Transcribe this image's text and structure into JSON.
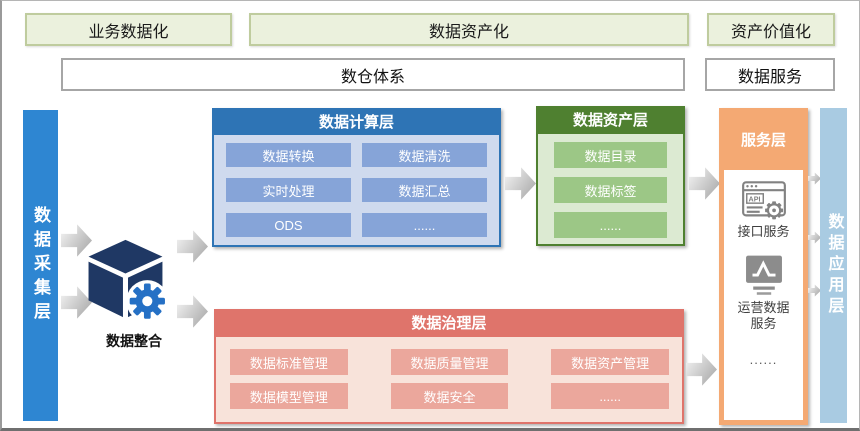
{
  "top_row": {
    "business_datafication": "业务数据化",
    "data_assetization": "数据资产化",
    "asset_valorization": "资产价值化"
  },
  "second_row": {
    "warehouse_system": "数仓体系",
    "data_service": "数据服务"
  },
  "left_bar": {
    "label": "数据采集层"
  },
  "integration": {
    "label": "数据整合"
  },
  "computing_layer": {
    "title": "数据计算层",
    "items": [
      "数据转换",
      "数据清洗",
      "实时处理",
      "数据汇总",
      "ODS",
      "......"
    ]
  },
  "asset_layer": {
    "title": "数据资产层",
    "items": [
      "数据目录",
      "数据标签",
      "......"
    ]
  },
  "service_layer": {
    "title": "服务层",
    "items": [
      {
        "icon": "api-browser-icon",
        "label": "接口服务"
      },
      {
        "icon": "chart-monitor-icon",
        "label": "运营数据服务"
      },
      {
        "icon": "none",
        "label": "......"
      }
    ]
  },
  "governance_layer": {
    "title": "数据治理层",
    "items": [
      "数据标准管理",
      "数据质量管理",
      "数据资产管理",
      "数据模型管理",
      "数据安全",
      "......"
    ]
  },
  "right_bar": {
    "label": "数据应用层"
  },
  "colors": {
    "top_box_fill": "#ebf1dd",
    "top_box_border": "#bfcc9e",
    "collection_bar_blue": "#2e86d2",
    "computing_header_blue": "#2e74b5",
    "computing_body_blue": "#cfdaee",
    "computing_item_blue": "#86a4d8",
    "asset_header_green": "#4f8030",
    "asset_body_green": "#dcead2",
    "asset_item_green": "#9cc786",
    "service_orange": "#f4a973",
    "governance_header_red": "#df746b",
    "governance_body_pink": "#f8e3da",
    "governance_item_pink": "#eba79c",
    "application_bar_blue": "#a9cbe2",
    "cube_navy": "#1f3864",
    "gear_blue": "#2570c5",
    "arrow_gray": "#b5b5b5"
  }
}
